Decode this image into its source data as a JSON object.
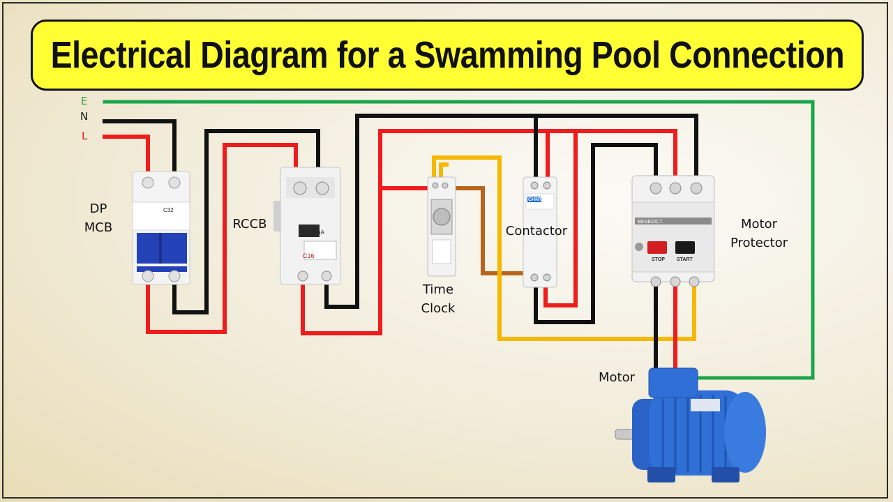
{
  "title": "Electrical Diagram for a Swamming Pool Connection",
  "terminals": {
    "earth": "E",
    "neutral": "N",
    "line": "L"
  },
  "labels": {
    "dp_mcb": "DP\nMCB",
    "rccb": "RCCB",
    "time_clock": "Time\nClock",
    "contactor": "Contactor",
    "motor_protector": "Motor\nProtector",
    "motor": "Motor"
  },
  "device_text": {
    "mcb_rating": "C32",
    "rccb_rating": "C16",
    "rccb_sensitivity": "30mA",
    "contactor_brand": "CHNT",
    "protector_brand": "BENEDICT",
    "protector_stop": "STOP",
    "protector_start": "START"
  },
  "colors": {
    "title_bg": "#ffff33",
    "earth_wire": "#1aa64a",
    "neutral_wire": "#111111",
    "line_wire": "#ee1c1c",
    "control_wire": "#f5b800",
    "timer_wire": "#b8641c",
    "motor_body": "#2f6fd6"
  }
}
